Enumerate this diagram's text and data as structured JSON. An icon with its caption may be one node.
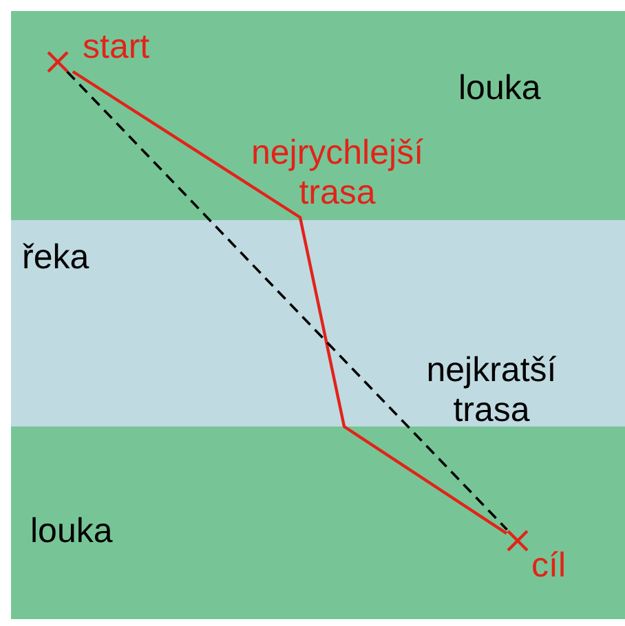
{
  "diagram": {
    "nodes": [
      {
        "text": [
          "start"
        ]
      },
      {
        "text": [
          "cíl"
        ]
      }
    ],
    "edges": [
      {
        "from": 0,
        "to": 1,
        "arrow": "none",
        "label": "nejrychlejší trasa",
        "color": "#e2231a"
      },
      {
        "from": 0,
        "to": 1,
        "arrow": "none",
        "label": "nejkratší trasa",
        "style": "dashed",
        "color": "#000000"
      }
    ],
    "labels": [
      "louka",
      "řeka",
      "louka"
    ]
  }
}
